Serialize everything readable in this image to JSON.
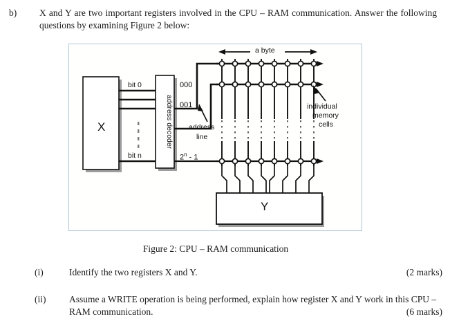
{
  "question": {
    "label": "b)",
    "text": "X and Y are two important registers involved in the CPU – RAM communication. Answer the following questions by examining Figure 2 below:"
  },
  "figure": {
    "caption": "Figure 2:  CPU – RAM communication",
    "register_x_label": "X",
    "register_y_label": "Y",
    "decoder_label": "address decoder",
    "bit_first_label": "bit 0",
    "bit_last_label": "bit n",
    "address_lines": [
      "000",
      "001",
      "2ⁿ - 1"
    ],
    "address_line_exponent_base": "2",
    "address_line_exponent": "n",
    "address_line_suffix": " - 1",
    "annotation_address_line": "address\nline",
    "annotation_address_line_1": "address",
    "annotation_address_line_2": "line",
    "annotation_byte": "a byte",
    "annotation_cells_1": "individual",
    "annotation_cells_2": "memory",
    "annotation_cells_3": "cells",
    "cells_per_byte": 8,
    "border_color": "#aec6d8",
    "line_color": "#111111",
    "box_fill": "#ffffff",
    "shadow_color": "#9a9a9a"
  },
  "sub_questions": [
    {
      "label": "(i)",
      "text": "Identify the two registers X and Y.",
      "marks": "(2 marks)"
    },
    {
      "label": "(ii)",
      "text": "Assume a WRITE operation is being performed, explain how register X and Y work in this CPU – RAM communication.",
      "marks": "(6 marks)"
    }
  ]
}
